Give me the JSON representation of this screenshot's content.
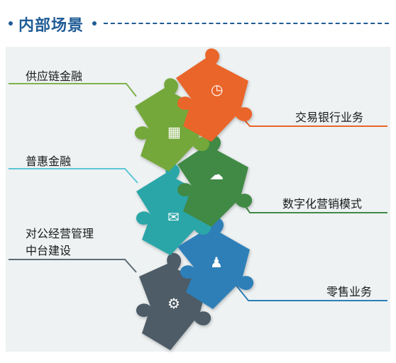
{
  "header": {
    "title": "内部场景"
  },
  "labels": {
    "supply_chain": "供应链金融",
    "transaction_banking": "交易银行业务",
    "inclusive_finance": "普惠金融",
    "digital_marketing": "数字化营销模式",
    "platform_line1": "对公经营管理",
    "platform_line2": "中台建设",
    "retail": "零售业务"
  },
  "colors": {
    "orange": "#e9652b",
    "green": "#74a83a",
    "dark_green": "#3f8a45",
    "teal": "#2aa6a8",
    "blue": "#2d7fb8",
    "slate": "#4d5b66",
    "title_blue": "#1f5c95"
  },
  "icons": {
    "orange": "clock-icon",
    "green": "building-icon",
    "dark_green": "cloud-icon",
    "teal": "chat-icon",
    "blue": "user-icon",
    "slate": "gear-icon"
  }
}
